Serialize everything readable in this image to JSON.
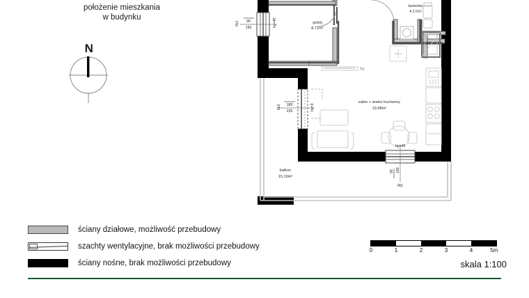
{
  "header": {
    "line1": "położenie mieszkania",
    "line2": "w budynku"
  },
  "compass": {
    "north_label": "N",
    "name": "north-arrow"
  },
  "legend": {
    "items": [
      {
        "swatch": "partition-wall-swatch",
        "label": "ściany działowe, możliwość przebudowy"
      },
      {
        "swatch": "ventilation-shaft-swatch",
        "label": "szachty wentylacyjne, brak możliwości przebudowy"
      },
      {
        "swatch": "bearing-wall-swatch",
        "label": "ściany nośne, brak możliwości przebudowy"
      }
    ]
  },
  "scale": {
    "ticks": [
      "0",
      "1",
      "2",
      "3",
      "4",
      "5m"
    ],
    "label": "skala 1:100"
  },
  "rooms": [
    {
      "id": "pokoj",
      "name": "pokój",
      "area": "8.71m²"
    },
    {
      "id": "lazienka",
      "name": "łazienka",
      "area": "4.17m²"
    },
    {
      "id": "salon",
      "name": "salon + aneks kuchenny",
      "area": "19.98m²"
    },
    {
      "id": "balkon",
      "name": "balkon",
      "area": "15.19m²"
    }
  ],
  "openings": [
    {
      "id": "window-top-left",
      "tag": "0k1",
      "width": "90",
      "height": "190",
      "sill": "hp=45"
    },
    {
      "id": "door-balcony-left",
      "tag": "0k2",
      "width": "180",
      "height": "235",
      "sill": "hp=0"
    },
    {
      "id": "window-bottom",
      "tag": "0k1",
      "width": "90",
      "height": "190",
      "sill": "hp=45"
    }
  ],
  "annotations": {
    "tv": "TV"
  },
  "colors": {
    "bearing_wall": "#000000",
    "partition_wall": "#b9b9b9",
    "partition_outline": "#4a4a4a",
    "furniture_line": "#c9c9c9",
    "balcony_line": "#bdbdbd",
    "text": "#1a1a1a",
    "rule_green": "#0d5c33",
    "background": "#ffffff"
  }
}
